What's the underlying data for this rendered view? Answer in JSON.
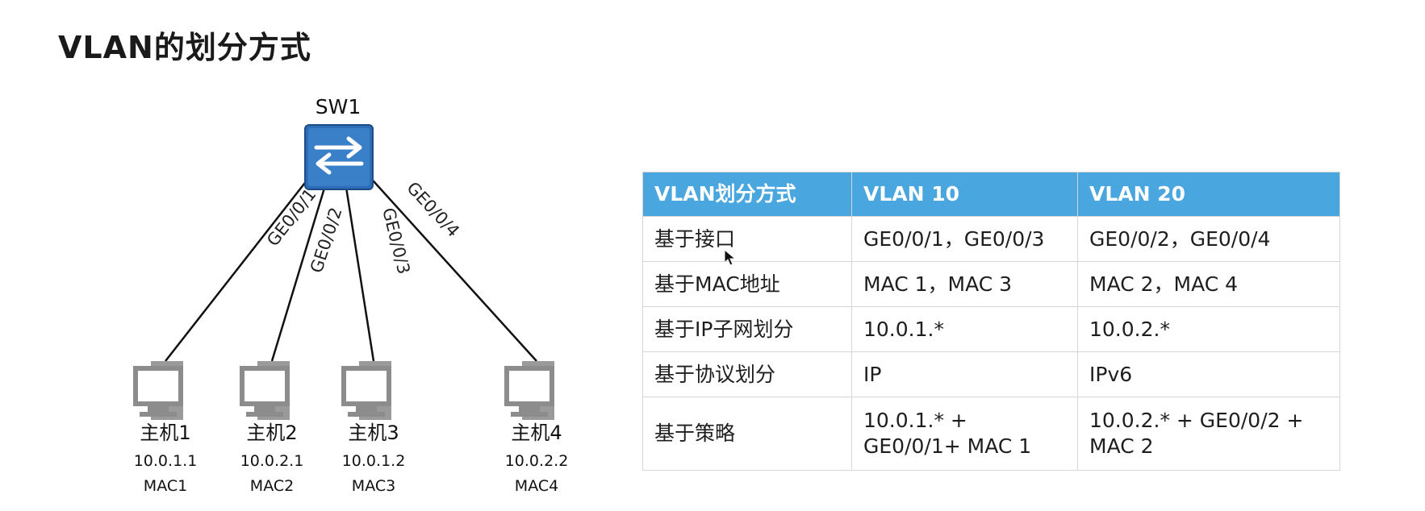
{
  "title": "VLAN的划分方式",
  "diagram": {
    "switch": {
      "label": "SW1",
      "icon": "switch-icon"
    },
    "links": [
      "GE0/0/1",
      "GE0/0/2",
      "GE0/0/3",
      "GE0/0/4"
    ],
    "hosts": [
      {
        "name": "主机1",
        "ip": "10.0.1.1",
        "mac": "MAC1",
        "icon": "computer-icon"
      },
      {
        "name": "主机2",
        "ip": "10.0.2.1",
        "mac": "MAC2",
        "icon": "computer-icon"
      },
      {
        "name": "主机3",
        "ip": "10.0.1.2",
        "mac": "MAC3",
        "icon": "computer-icon"
      },
      {
        "name": "主机4",
        "ip": "10.0.2.2",
        "mac": "MAC4",
        "icon": "computer-icon"
      }
    ]
  },
  "table": {
    "headers": [
      "VLAN划分方式",
      "VLAN 10",
      "VLAN 20"
    ],
    "rows": [
      {
        "method": "基于接口",
        "vlan10": [
          "GE0/0/1，GE0/0/3"
        ],
        "vlan20": [
          "GE0/0/2，GE0/0/4"
        ]
      },
      {
        "method": "基于MAC地址",
        "vlan10": [
          "MAC 1，MAC 3"
        ],
        "vlan20": [
          "MAC 2，MAC 4"
        ]
      },
      {
        "method": "基于IP子网划分",
        "vlan10": [
          "10.0.1.*"
        ],
        "vlan20": [
          "10.0.2.*"
        ]
      },
      {
        "method": "基于协议划分",
        "vlan10": [
          "IP"
        ],
        "vlan20": [
          "IPv6"
        ]
      },
      {
        "method": "基于策略",
        "vlan10": [
          "10.0.1.* +",
          "GE0/0/1+ MAC 1"
        ],
        "vlan20": [
          "10.0.2.* + GE0/0/2 +",
          "MAC 2"
        ]
      }
    ],
    "header_color": "#4aa6df",
    "switch_color": "#2d6db5"
  }
}
